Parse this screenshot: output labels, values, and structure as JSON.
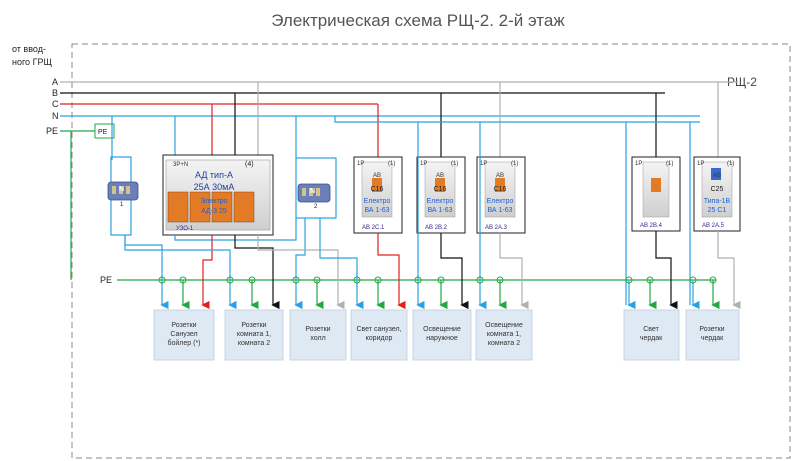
{
  "title": "Электрическая схема РЩ-2. 2-й этаж",
  "panel_name": "РЩ-2",
  "source": [
    "от ввод-",
    "ного ГРЩ"
  ],
  "buses": [
    "A",
    "B",
    "C",
    "N"
  ],
  "pe_label": "PE",
  "pe_box": "PE",
  "pe_bus_label": "PE",
  "n_bar1": {
    "label": "N",
    "number": "1"
  },
  "n_bar2": {
    "label": "N",
    "number": "2"
  },
  "rcd": {
    "poles": "3P+N",
    "count": "(4)",
    "line1": "АД тип-А",
    "line2": "25А 30мА",
    "line3": "Электро",
    "line4": "АД-3 25",
    "tag": "УЗО-1"
  },
  "breakers": [
    {
      "poles": "1P",
      "count": "(1)",
      "type": "АВ",
      "rating": "C16",
      "maker": "Електро",
      "model": "ВА 1-63",
      "tag": "АВ 2С.1"
    },
    {
      "poles": "1P",
      "count": "(1)",
      "type": "АВ",
      "rating": "C16",
      "maker": "Електро",
      "model": "ВА 1-63",
      "tag": "АВ 2В.2"
    },
    {
      "poles": "1P",
      "count": "(1)",
      "type": "АВ",
      "rating": "C16",
      "maker": "Електро",
      "model": "ВА 1-63",
      "tag": "АВ 2А.3"
    },
    {
      "poles": "1P",
      "count": "(1)",
      "type": "",
      "rating": "",
      "maker": "",
      "model": "",
      "tag": "АВ 2В.4"
    },
    {
      "poles": "1P",
      "count": "(1)",
      "type": "АВ",
      "rating": "C25",
      "maker": "Типа-1В",
      "model": "25 С1",
      "tag": "АВ 2А.5"
    }
  ],
  "loads": [
    {
      "lines": [
        "Розетки",
        "Санузел",
        "бойлер (*)"
      ]
    },
    {
      "lines": [
        "Розетки",
        "комната 1,",
        "комната 2"
      ]
    },
    {
      "lines": [
        "Розетки",
        "холл"
      ]
    },
    {
      "lines": [
        "Свет санузел,",
        "коридор"
      ]
    },
    {
      "lines": [
        "Освещение",
        "наружное"
      ]
    },
    {
      "lines": [
        "Освещение",
        "комната 1,",
        "комната 2"
      ]
    },
    {
      "lines": [
        "Свет",
        "чердак"
      ]
    },
    {
      "lines": [
        "Розетки",
        "чердак"
      ]
    }
  ],
  "colors": {
    "phase_a": "#b0b0b0",
    "phase_b": "#111111",
    "phase_c": "#e02020",
    "neutral": "#29a3e0",
    "pe": "#22a845",
    "load_fill": "#dfe9f3",
    "frame": "#888888"
  }
}
